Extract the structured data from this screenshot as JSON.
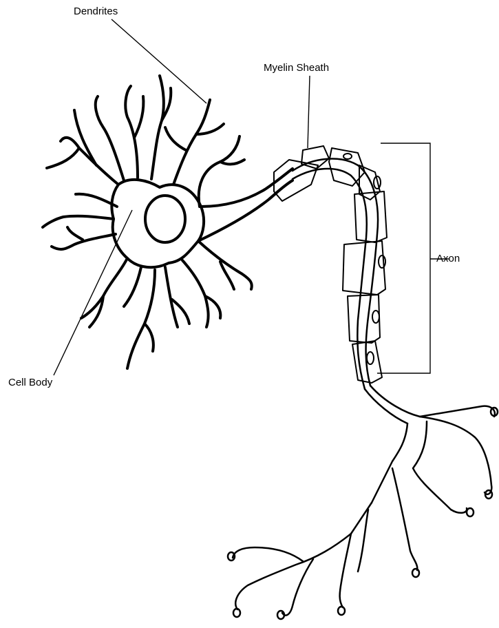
{
  "diagram": {
    "labels": {
      "dendrites": "Dendrites",
      "myelin_sheath": "Myelin Sheath",
      "axon": "Axon",
      "cell_body": "Cell Body"
    },
    "colors": {
      "stroke": "#000000",
      "background": "#ffffff"
    }
  }
}
